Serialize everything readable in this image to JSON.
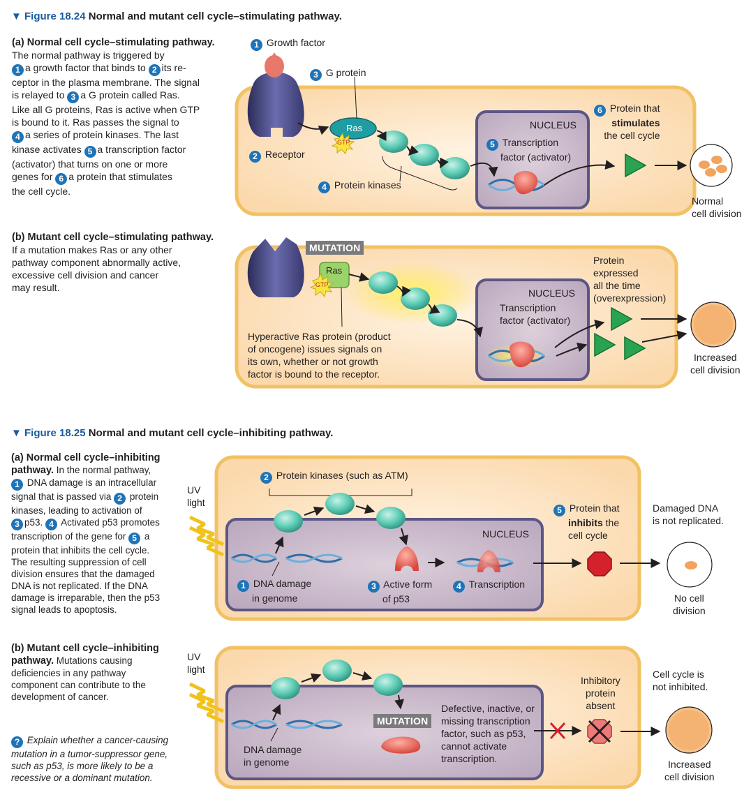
{
  "figures": [
    {
      "label": "▼ Figure 18.24",
      "title": "Normal and mutant cell cycle–stimulating pathway.",
      "panel_a": {
        "heading": "(a) Normal cell cycle–stimulating pathway.",
        "text": [
          "The normal pathway is triggered by",
          "a growth factor that binds to",
          "its re-",
          "ceptor in the plasma membrane. The signal",
          "is relayed to",
          "a G protein called Ras.",
          "Like all G proteins, Ras is active when GTP",
          "is bound to it. Ras passes the signal to",
          "a series of protein kinases. The last",
          "kinase activates",
          "a transcription factor",
          "(activator) that turns on one or more",
          "genes for",
          "a protein that stimulates",
          "the cell cycle."
        ],
        "labels": {
          "growth_factor": "Growth factor",
          "g_protein": "G protein",
          "ras": "Ras",
          "gtp": "GTP",
          "receptor": "Receptor",
          "protein_kinases": "Protein kinases",
          "nucleus": "NUCLEUS",
          "tf_line1": "Transcription",
          "tf_line2": "factor (activator)",
          "protein_that": "Protein that",
          "stimulates": "stimulates",
          "the_cell_cycle": "the cell cycle",
          "normal": "Normal",
          "cell_division": "cell division"
        }
      },
      "panel_b": {
        "heading": "(b) Mutant cell cycle–stimulating pathway.",
        "text": [
          "If a mutation makes Ras or any other",
          "pathway component abnormally active,",
          "excessive cell division and cancer",
          "may result."
        ],
        "labels": {
          "mutation": "MUTATION",
          "ras": "Ras",
          "gtp": "GTP",
          "hyper1": "Hyperactive Ras protein (product",
          "hyper2": "of oncogene) issues signals on",
          "hyper3": "its own, whether or not growth",
          "hyper4": "factor is bound to the receptor.",
          "nucleus": "NUCLEUS",
          "tf_line1": "Transcription",
          "tf_line2": "factor (activator)",
          "prot1": "Protein",
          "prot2": "expressed",
          "prot3": "all the time",
          "prot4": "(overexpression)",
          "increased": "Increased",
          "cell_division": "cell division"
        }
      }
    },
    {
      "label": "▼ Figure 18.25",
      "title": "Normal and mutant cell cycle–inhibiting pathway.",
      "panel_a": {
        "heading1": "(a) Normal cell cycle–inhibiting",
        "heading2": "pathway.",
        "text": [
          "In the normal pathway,",
          "DNA damage is an intracellular",
          "signal that is passed via",
          "protein",
          "kinases, leading to activation of",
          "p53.",
          "Activated  p53 promotes",
          "transcription of the gene for",
          "a",
          "protein that inhibits the cell cycle.",
          "The resulting suppression of cell",
          "division ensures that the damaged",
          "DNA is not replicated. If the DNA",
          "damage is irreparable, then the p53",
          "signal leads to apoptosis."
        ],
        "labels": {
          "uv1": "UV",
          "uv2": "light",
          "protein_kinases": "Protein kinases (such as ATM)",
          "nucleus": "NUCLEUS",
          "dna_damage1": "DNA damage",
          "dna_damage2": "in genome",
          "active1": "Active form",
          "active2": "of p53",
          "transcription": "Transcription",
          "protein_that": "Protein that",
          "inhibits": "inhibits",
          "the": "the",
          "cell_cycle": "cell cycle",
          "damaged1": "Damaged DNA",
          "damaged2": "is not replicated.",
          "no_cell": "No cell",
          "division": "division"
        }
      },
      "panel_b": {
        "heading1": "(b) Mutant cell cycle–inhibiting",
        "heading2": "pathway.",
        "text": [
          "Mutations causing",
          "deficiencies in any pathway",
          "component can contribute to the",
          "development of cancer."
        ],
        "question": [
          "Explain whether a cancer-causing",
          "mutation in a tumor-suppressor gene,",
          "such as p53, is more likely to be a",
          "recessive or a dominant mutation."
        ],
        "labels": {
          "uv1": "UV",
          "uv2": "light",
          "dna_damage1": "DNA damage",
          "dna_damage2": "in genome",
          "mutation": "MUTATION",
          "defective1": "Defective, inactive, or",
          "defective2": "missing transcription",
          "defective3": "factor, such as p53,",
          "defective4": "cannot activate",
          "defective5": "transcription.",
          "inhib1": "Inhibitory",
          "inhib2": "protein",
          "inhib3": "absent",
          "notinh1": "Cell cycle is",
          "notinh2": "not inhibited.",
          "increased": "Increased",
          "cell_division": "cell division"
        }
      }
    }
  ],
  "step_numbers": [
    "1",
    "2",
    "3",
    "4",
    "5",
    "6"
  ],
  "question_mark": "?",
  "colors": {
    "step_blue": "#1f74b8",
    "figure_label_blue": "#1a5aa0",
    "cell_fill": "#fde4c4",
    "cell_border": "#f5c36c",
    "nucleus_fill": "#c9b7c8",
    "nucleus_border": "#5f5a82",
    "kinase_teal": "#48c4aa",
    "arrow_green": "#1f9a4a",
    "stop_red": "#d5212b"
  }
}
